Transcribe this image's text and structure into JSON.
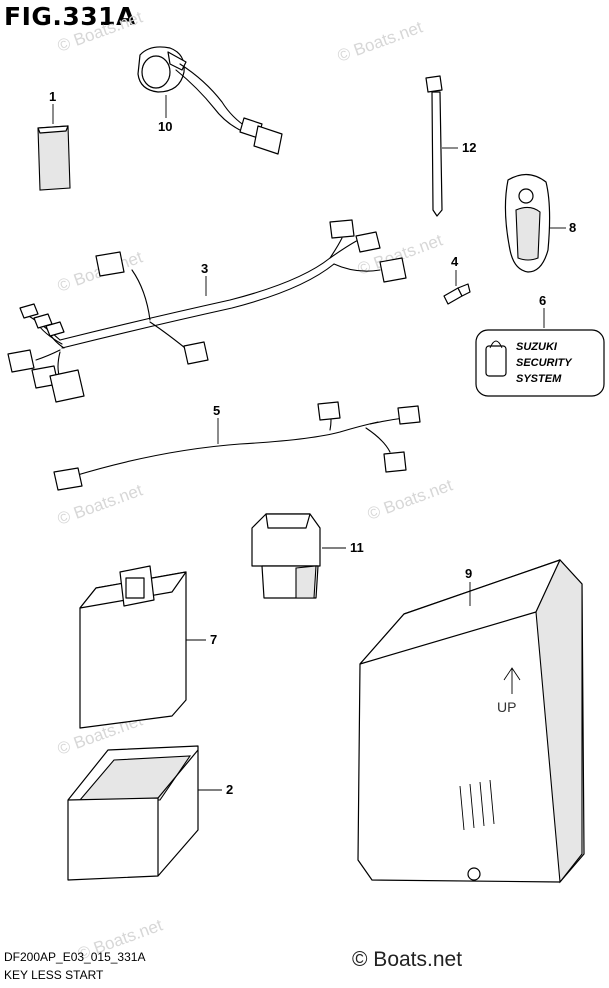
{
  "figure": {
    "title": "FIG.331A",
    "model_code": "DF200AP_E03_015_331A",
    "caption": "KEY LESS START",
    "brand_mark": "© Boats.net"
  },
  "watermark": {
    "text": "© Boats.net"
  },
  "security_label": {
    "line1": "SUZUKI",
    "line2": "SECURITY",
    "line3": "SYSTEM"
  },
  "ecu_markings": {
    "arrow_text": "UP"
  },
  "callouts": [
    {
      "number": "1"
    },
    {
      "number": "2"
    },
    {
      "number": "3"
    },
    {
      "number": "4"
    },
    {
      "number": "5"
    },
    {
      "number": "6"
    },
    {
      "number": "7"
    },
    {
      "number": "8"
    },
    {
      "number": "9"
    },
    {
      "number": "10"
    },
    {
      "number": "11"
    },
    {
      "number": "12"
    }
  ]
}
